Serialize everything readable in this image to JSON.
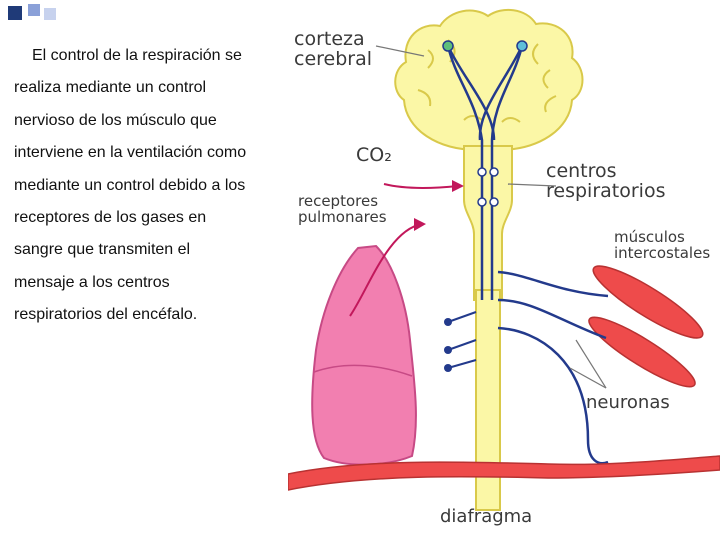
{
  "slide": {
    "paragraph_lines": [
      "El control de la respiración se",
      "realiza mediante un control",
      "nervioso de los músculo que",
      "interviene en la ventilación como",
      "mediante un control debido a los",
      "receptores de los gases en",
      "sangre que transmiten el",
      "mensaje a los centros",
      "respiratorios del encéfalo."
    ]
  },
  "diagram": {
    "labels": {
      "corteza_cerebral": [
        "corteza",
        "cerebral"
      ],
      "co2": "CO₂",
      "centros_respiratorios": [
        "centros",
        "respiratorios"
      ],
      "receptores_pulmonares": [
        "receptores",
        "pulmonares"
      ],
      "musculos_intercostales": [
        "músculos",
        "intercostales"
      ],
      "neuronas": "neuronas",
      "diafragma": "diafragma"
    },
    "colors": {
      "brain": "#fbf7a6",
      "brain_outline": "#d9c94a",
      "lung": "#f27fb0",
      "lung_outline": "#c74a85",
      "muscle": "#ee4b4b",
      "neuron": "#233a8c",
      "co2_arrow": "#c2185b",
      "deco_blue": "#4f68b6"
    }
  }
}
